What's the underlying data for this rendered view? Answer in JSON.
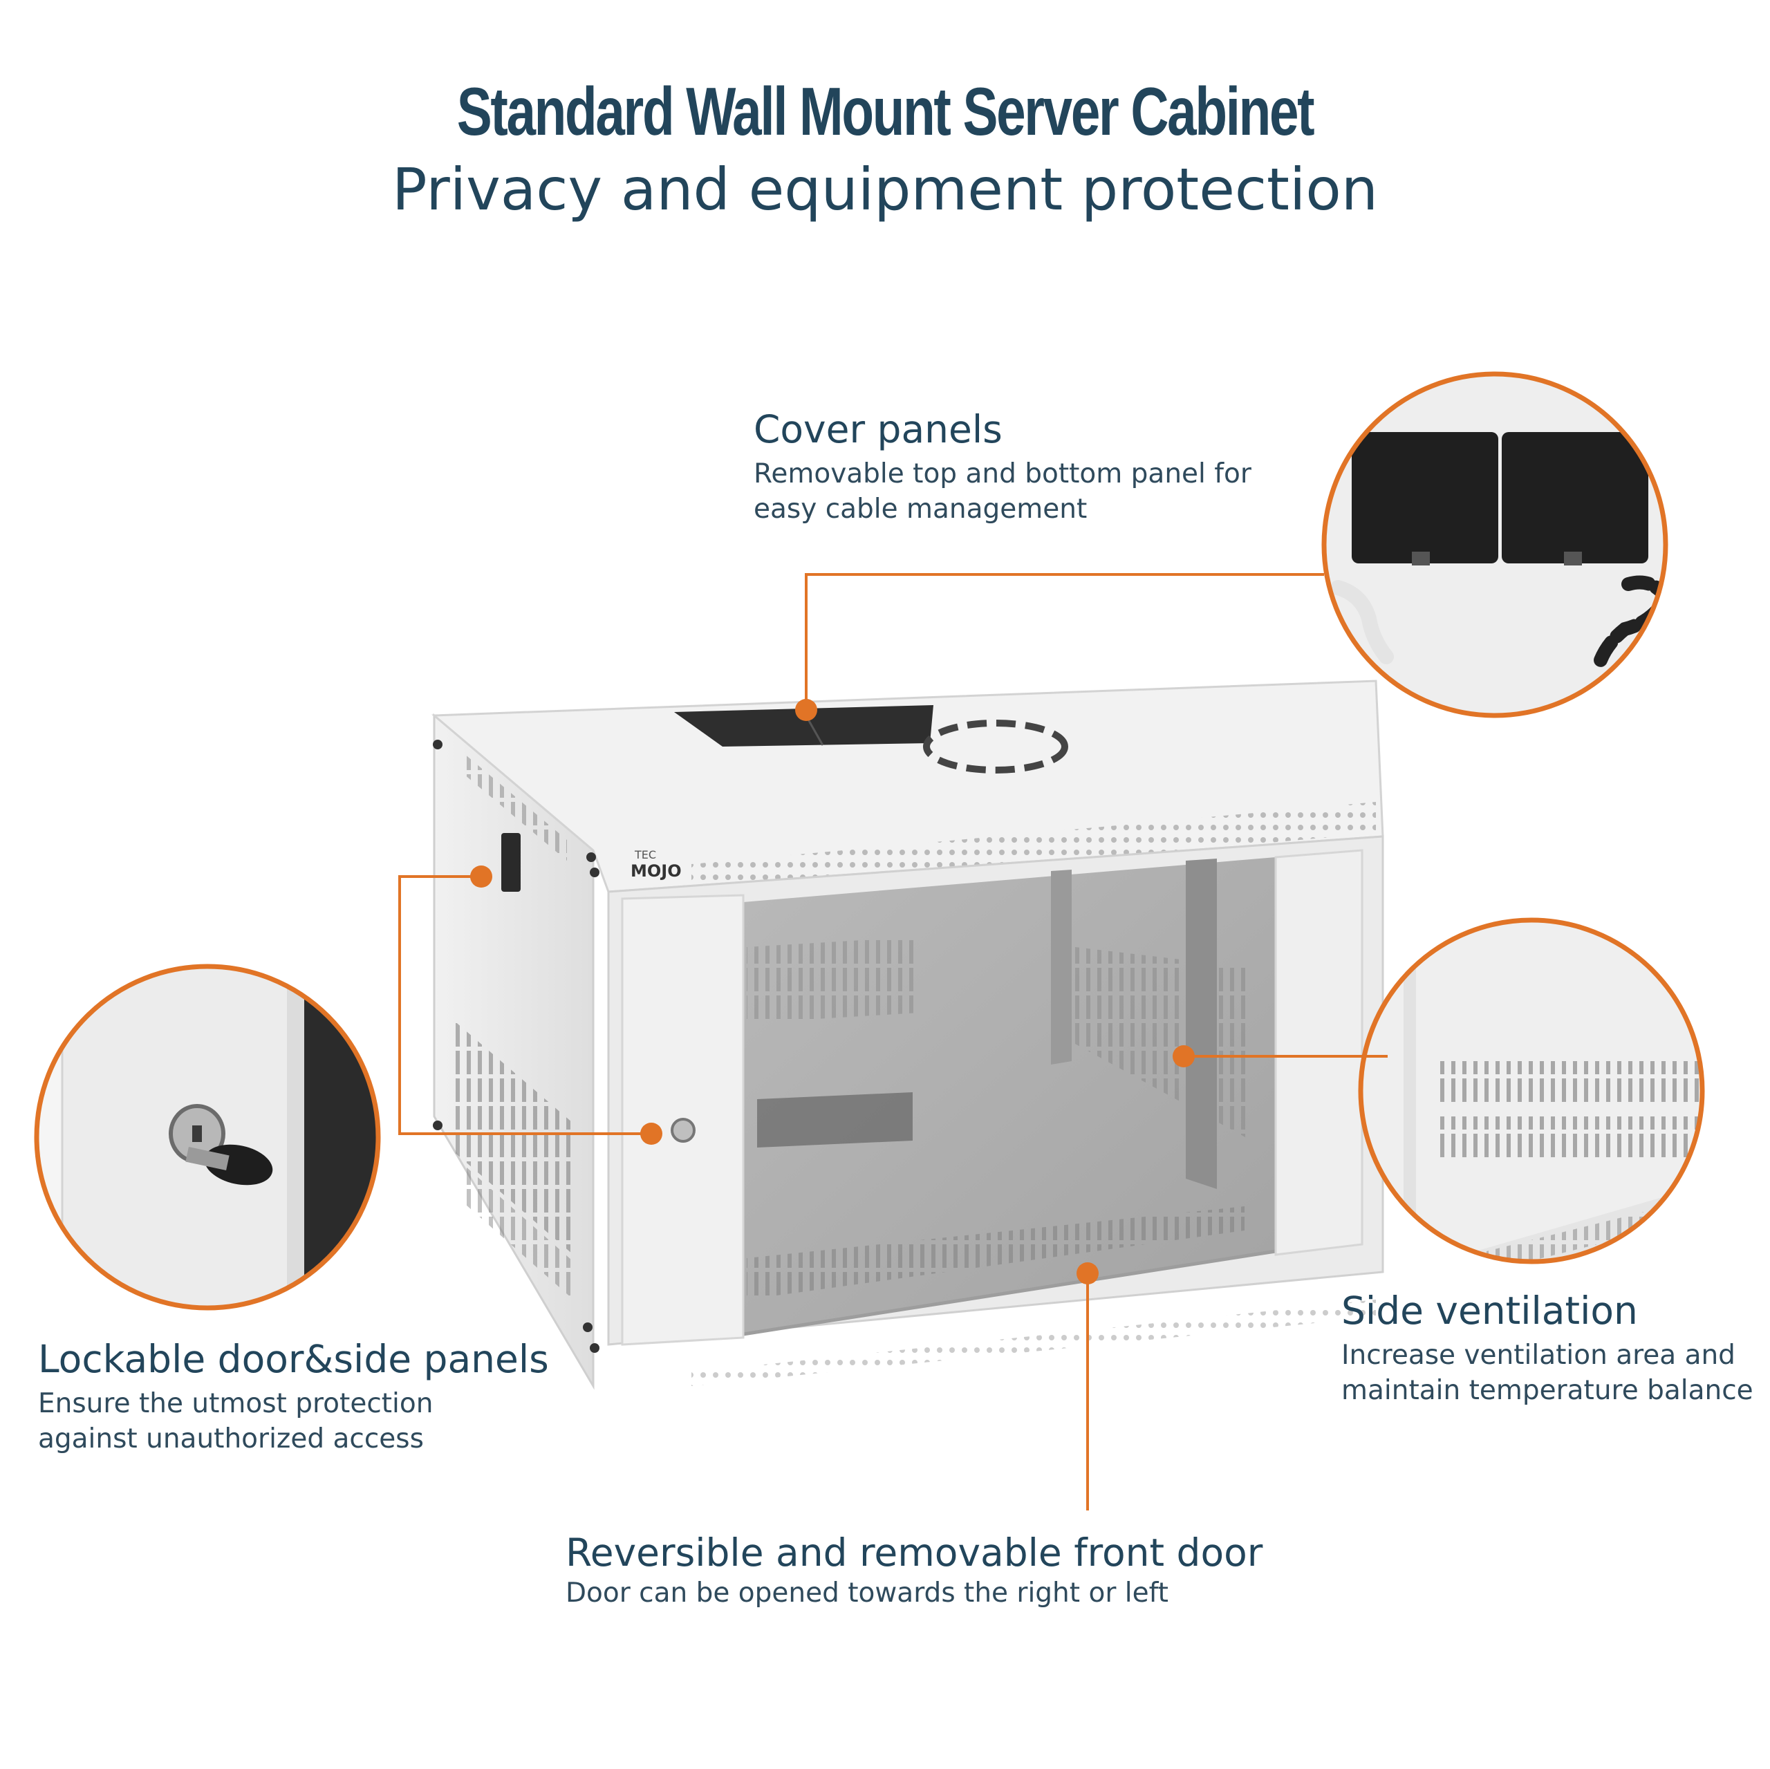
{
  "title": "Standard Wall Mount Server Cabinet",
  "subtitle": "Privacy and equipment protection",
  "brand": {
    "prefix": "TEC",
    "name": "MOJO"
  },
  "accent_color": "#e17426",
  "text_color": "#22455b",
  "features": [
    {
      "id": "cover-panels",
      "heading": "Cover panels",
      "line1": "Removable top and bottom panel for",
      "line2": "easy cable management"
    },
    {
      "id": "lockable",
      "heading": "Lockable door&side panels",
      "line1": "Ensure the utmost protection",
      "line2": "against unauthorized access"
    },
    {
      "id": "side-ventilation",
      "heading": "Side ventilation",
      "line1": "Increase ventilation area and",
      "line2": "maintain temperature balance"
    },
    {
      "id": "front-door",
      "heading": "Reversible and removable front door",
      "line1": "Door can be opened towards the right or left"
    }
  ]
}
